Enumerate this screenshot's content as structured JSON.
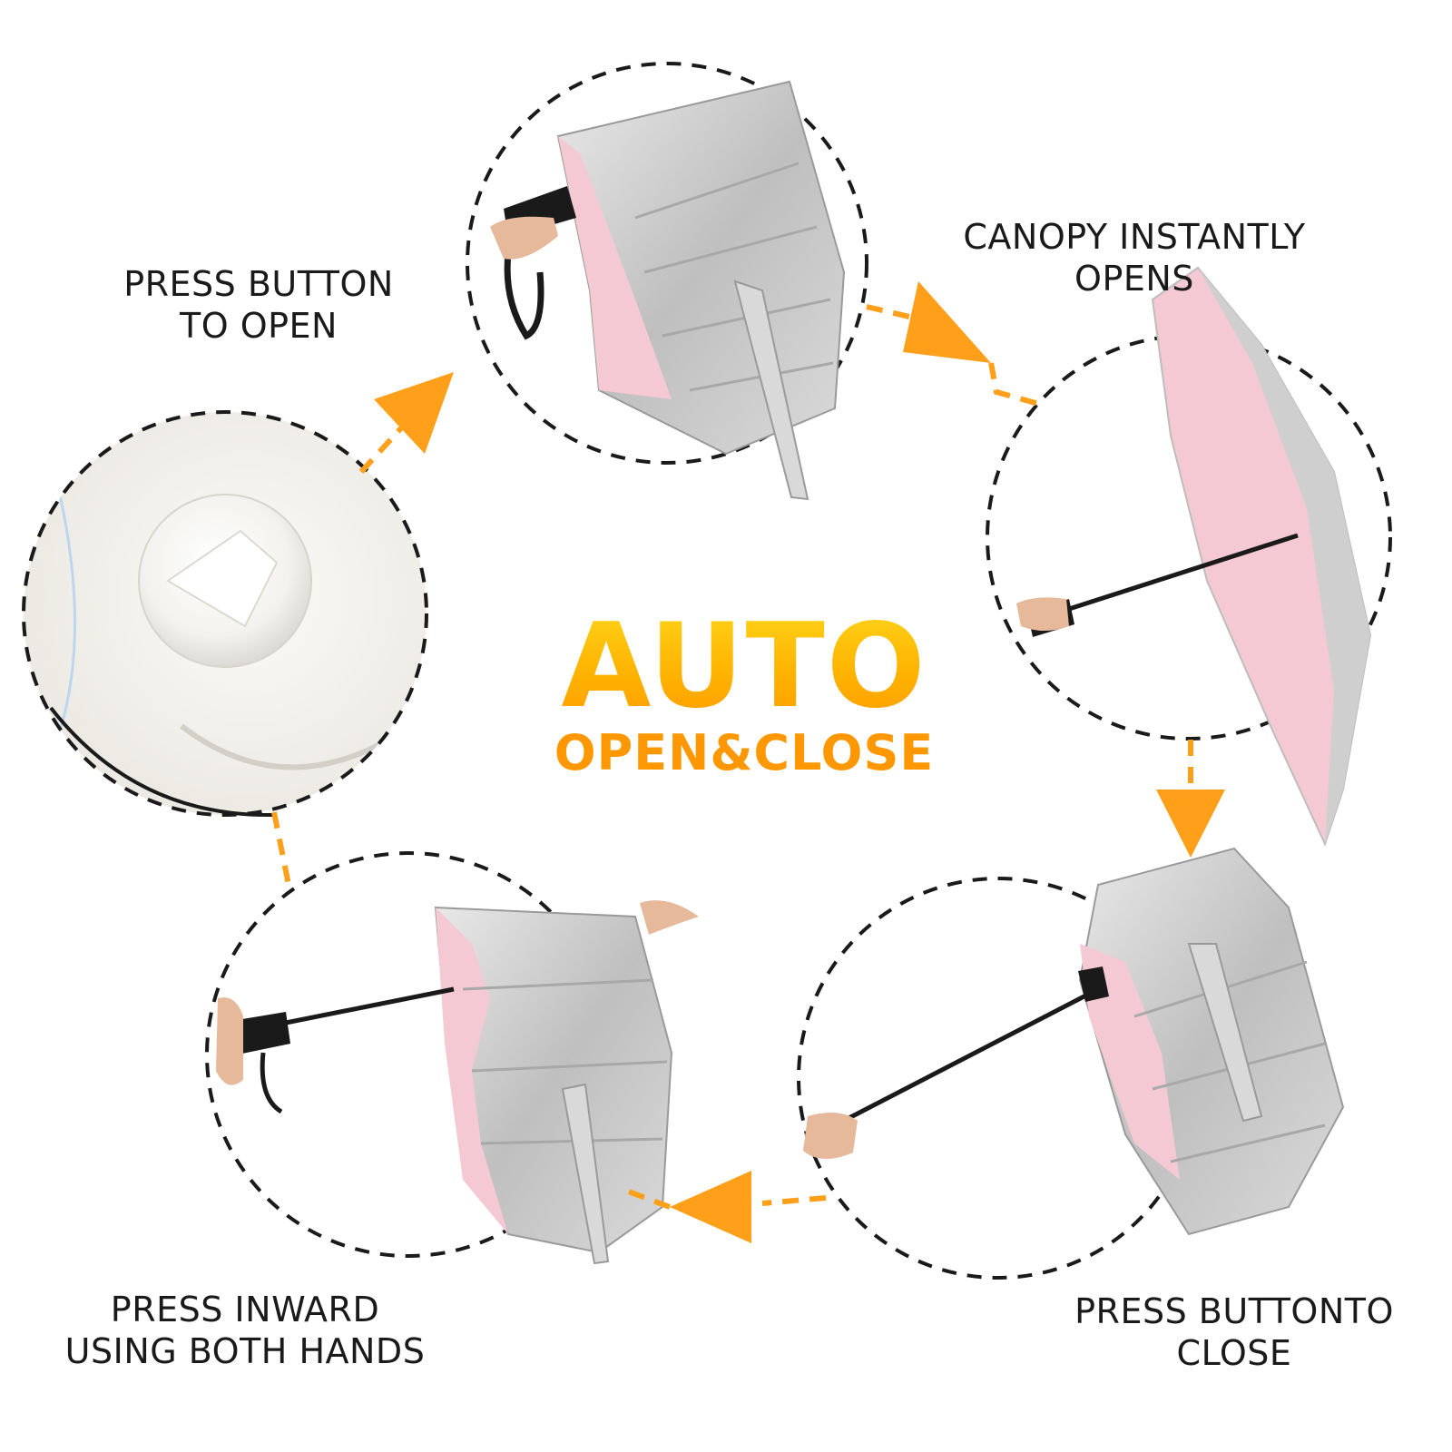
{
  "title": {
    "main": "AUTO",
    "sub": "OPEN&CLOSE"
  },
  "steps": [
    {
      "id": "button",
      "lines": [
        "PRESS BUTTON",
        "TO OPEN"
      ]
    },
    {
      "id": "canopy",
      "lines": [
        "CANOPY INSTANTLY",
        "OPENS"
      ]
    },
    {
      "id": "close",
      "lines": [
        "PRESS BUTTONTO",
        "CLOSE"
      ]
    },
    {
      "id": "inward",
      "lines": [
        "PRESS INWARD",
        "USING BOTH HANDS"
      ]
    }
  ],
  "colors": {
    "accent": "#ff9f1a",
    "title_top": "#ffd21a",
    "title_bottom": "#ff9d00",
    "canopy_silver": "#c9c9c9",
    "canopy_pink": "#f4c9d3",
    "handle": "#1a1a1a",
    "dash": "#1a1a1a"
  },
  "icons": [
    "umbrella-closed-icon",
    "umbrella-open-icon",
    "button-icon",
    "hand-icon",
    "arrow-icon"
  ]
}
